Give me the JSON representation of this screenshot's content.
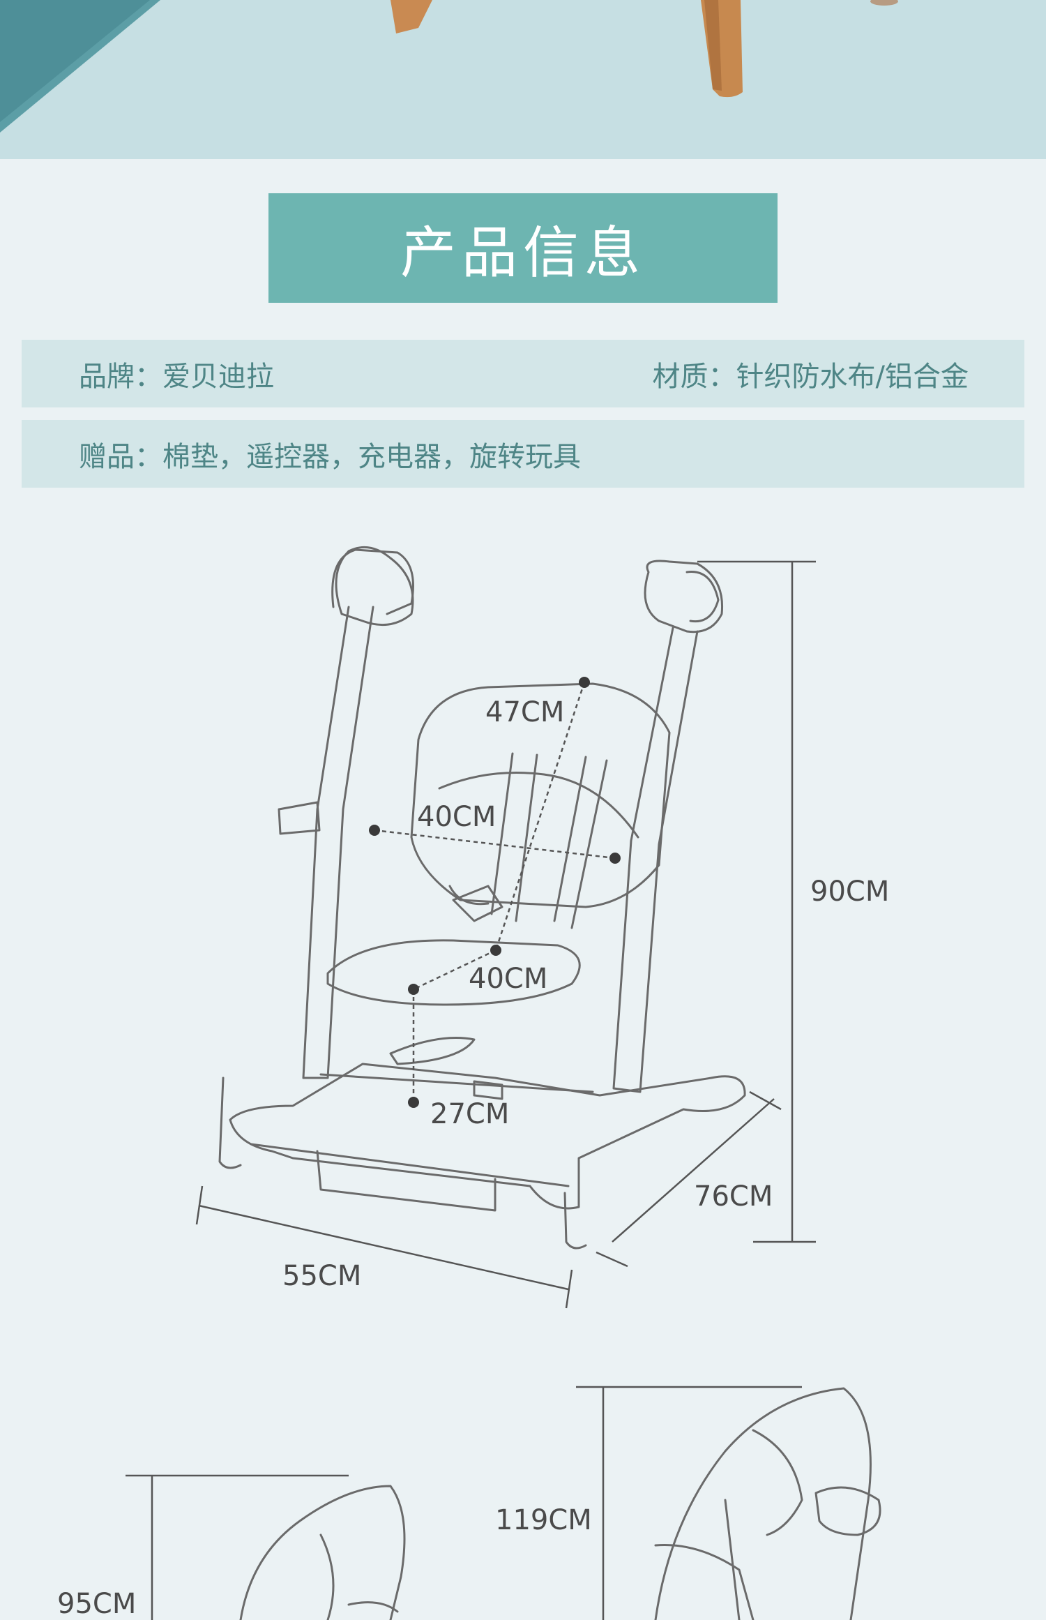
{
  "title": "产品信息",
  "info": {
    "brand": "品牌：爱贝迪拉",
    "material": "材质：针织防水布/铝合金",
    "gifts": "赠品：棉垫，遥控器，充电器，旋转玩具"
  },
  "dimensions": {
    "back_height": "47CM",
    "back_width": "40CM",
    "seat_depth": "40CM",
    "seat_to_foot": "27CM",
    "total_height": "90CM",
    "depth": "76CM",
    "width": "55CM",
    "height_low": "95CM",
    "height_high": "119CM"
  },
  "colors": {
    "background": "#ebf2f4",
    "accent": "#6db5b1",
    "info_row_bg": "#d3e6e8",
    "info_text": "#4e8586"
  }
}
